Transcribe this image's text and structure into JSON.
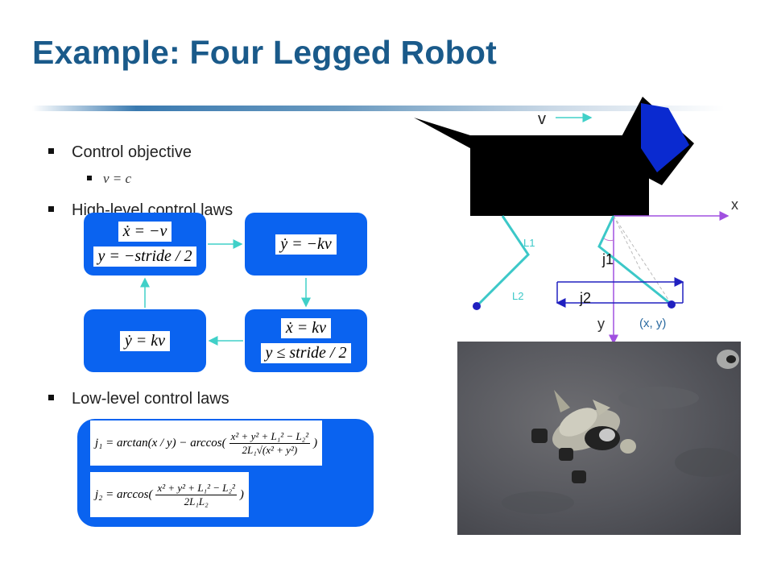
{
  "slide": {
    "title": "Example: Four Legged Robot"
  },
  "bullets": {
    "control_objective": "Control objective",
    "control_objective_sub": "v = c",
    "high_level": "High-level control laws",
    "low_level": "Low-level control laws"
  },
  "high_level_boxes": {
    "top_left": [
      "ẋ = −v",
      "y = −stride / 2"
    ],
    "top_right": [
      "ẏ = −kv"
    ],
    "bottom_right": [
      "ẋ = kv",
      "y ≤ stride / 2"
    ],
    "bottom_left": [
      "ẏ = kv"
    ]
  },
  "low_level_eqs": {
    "j1_lhs": "j₁ = arctan(x / y) − arccos(",
    "j1_num": "x² + y² + L₁² − L₂²",
    "j1_den": "2L₁√(x² + y²)",
    "j1_close": ")",
    "j2_lhs": "j₂ = arccos(",
    "j2_num": "x² + y² + L₁² − L₂²",
    "j2_den": "2L₁L₂",
    "j2_close": ")"
  },
  "diagram": {
    "v_label": "v",
    "x_label": "x",
    "y_label": "y",
    "l1_label": "L1",
    "l2_label": "L2",
    "j1_label": "j1",
    "j2_label": "j2",
    "xy_label": "(x, y)"
  },
  "colors": {
    "title": "#1a5a8a",
    "box_blue": "#0a63f0",
    "leg_teal": "#3cc8c8",
    "axis_purple": "#a050e0",
    "arrow_teal": "#40d0c8"
  }
}
